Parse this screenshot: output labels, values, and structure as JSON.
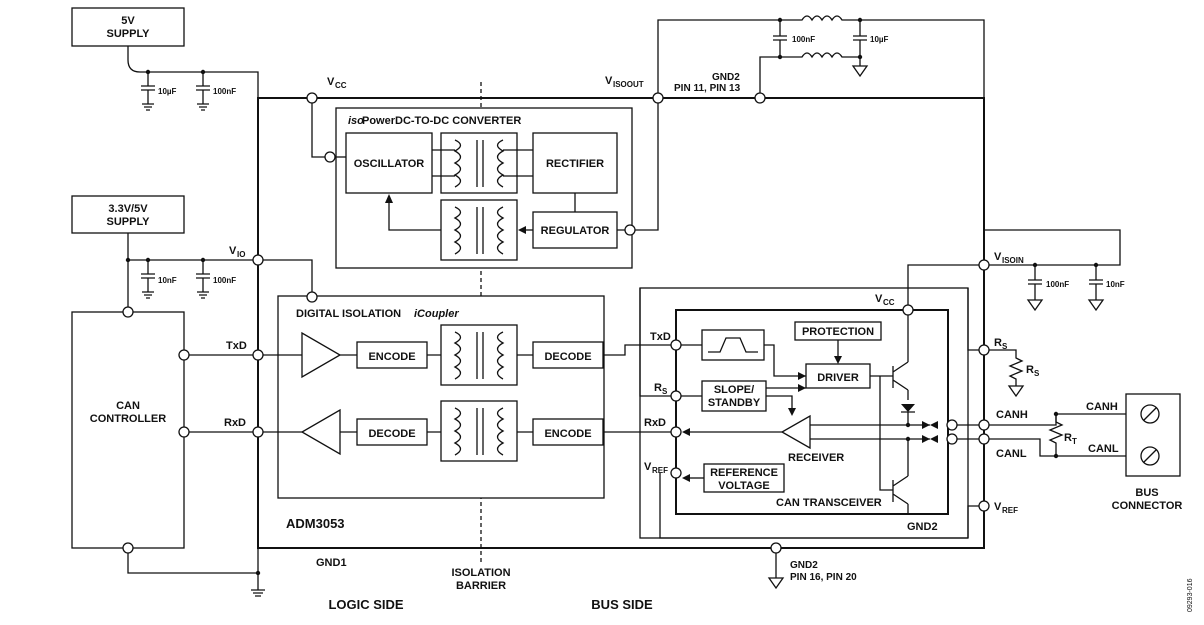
{
  "supplies": {
    "s5v_line1": "5V",
    "s5v_line2": "SUPPLY",
    "s33_line1": "3.3V/5V",
    "s33_line2": "SUPPLY"
  },
  "caps": {
    "c10uf": "10µF",
    "c100nf": "100nF",
    "c10nf": "10nF",
    "c100nf_top": "100nF",
    "c10uf_top": "10µF",
    "c100nf_isoin": "100nF",
    "c10nf_isoin": "10nF"
  },
  "pins": {
    "vcc_main": "V",
    "vcc_main_sub": "CC",
    "vio_main": "V",
    "vio_main_sub": "IO",
    "visoout_main": "V",
    "visoout_sub": "ISOOUT",
    "gnd2_top": "GND2",
    "gnd2_top_pins": "PIN 11, PIN 13",
    "visoin_main": "V",
    "visoin_sub": "ISOIN",
    "rs_pin": "R",
    "rs_pin_sub": "S",
    "rs_res": "R",
    "rs_res_sub": "S",
    "canh_pin": "CANH",
    "canl_pin": "CANL",
    "vref_pin": "V",
    "vref_pin_sub": "REF",
    "gnd1": "GND1",
    "gnd2_bottom": "GND2",
    "gnd2_bottom_pins": "PIN 16, PIN 20"
  },
  "dcdc": {
    "title_iso": "iso",
    "title_rest": "PowerDC-TO-DC CONVERTER",
    "oscillator": "OSCILLATOR",
    "rectifier": "RECTIFIER",
    "regulator": "REGULATOR"
  },
  "digital": {
    "title": "DIGITAL ISOLATION ",
    "title_it": "iCoupler",
    "encode_left": "ENCODE",
    "decode_right": "DECODE",
    "decode_left": "DECODE",
    "encode_right": "ENCODE"
  },
  "controller": {
    "line1": "CAN",
    "line2": "CONTROLLER",
    "txd": "TxD",
    "rxd": "RxD"
  },
  "transceiver": {
    "txd": "TxD",
    "rs": "R",
    "rs_sub": "S",
    "rxd": "RxD",
    "vref": "V",
    "vref_sub": "REF",
    "vcc": "V",
    "vcc_sub": "CC",
    "protection": "PROTECTION",
    "driver": "DRIVER",
    "slope1": "SLOPE/",
    "slope2": "STANDBY",
    "receiver": "RECEIVER",
    "ref1": "REFERENCE",
    "ref2": "VOLTAGE",
    "title": "CAN TRANSCEIVER",
    "gnd2": "GND2"
  },
  "bus": {
    "canh": "CANH",
    "canl": "CANL",
    "rt": "R",
    "rt_sub": "T",
    "conn1": "BUS",
    "conn2": "CONNECTOR"
  },
  "labels": {
    "part": "ADM3053",
    "barrier1": "ISOLATION",
    "barrier2": "BARRIER",
    "logic": "LOGIC SIDE",
    "bus": "BUS SIDE",
    "code": "09293-016"
  }
}
